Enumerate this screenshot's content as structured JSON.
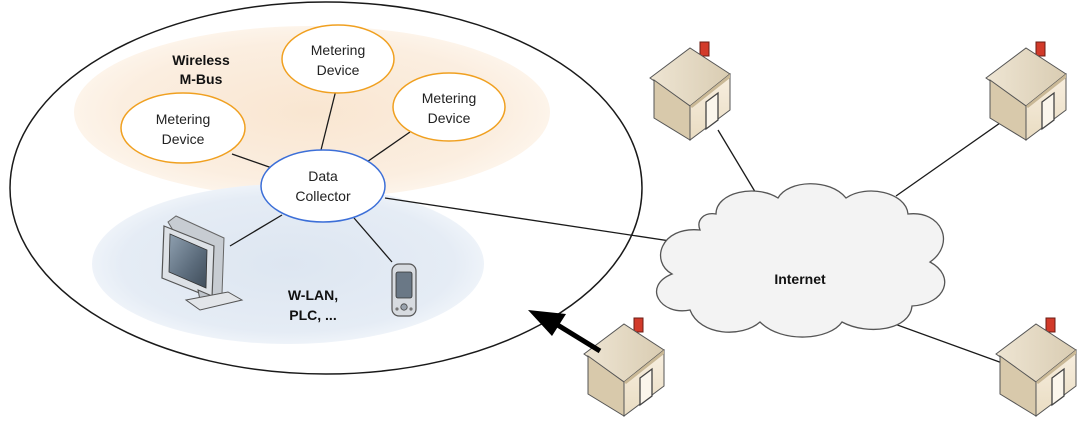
{
  "labels": {
    "wireless_line1": "Wireless",
    "wireless_line2": "M-Bus",
    "wlan_line1": "W-LAN,",
    "wlan_line2": "PLC, ...",
    "internet": "Internet"
  },
  "metering_devices": [
    {
      "line1": "Metering",
      "line2": "Device"
    },
    {
      "line1": "Metering",
      "line2": "Device"
    },
    {
      "line1": "Metering",
      "line2": "Device"
    }
  ],
  "collector": {
    "line1": "Data",
    "line2": "Collector"
  },
  "colors": {
    "wireless_zone": "#fbeee0",
    "wlan_zone": "#e4ecf5",
    "metering_border": "#f0a020",
    "collector_border": "#3c6fd8",
    "cloud_fill": "#f3f3f3",
    "house_wall": "#f3e7d2",
    "house_roof": "#e7dcc6",
    "chimney": "#d23a2a"
  },
  "icons": [
    "monitor-icon",
    "pda-icon",
    "house-icon",
    "cloud-icon",
    "arrow-icon"
  ]
}
